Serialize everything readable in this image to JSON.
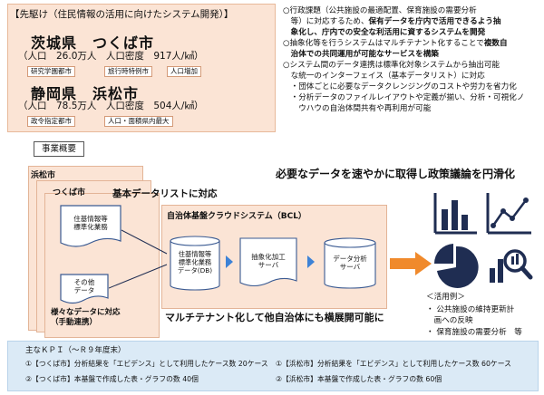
{
  "pioneer": {
    "heading": "【先駆け（住民情報の活用に向けたシステム開発）】",
    "cities": [
      {
        "name": "茨城県　つくば市",
        "stats": "（人口　26.0万人　人口密度　917人/㎢）",
        "tags": [
          "研究学園都市",
          "旅行時特例市",
          "人口増加"
        ]
      },
      {
        "name": "静岡県　浜松市",
        "stats": "（人口　78.5万人　人口密度　504人/㎢）",
        "tags": [
          "政令指定都市",
          "人口・面積県内最大"
        ]
      }
    ]
  },
  "issues": {
    "l1": "○行政課題（公共施設の最適配置、保育施設の需要分析",
    "l2a": "　等）に対応するため、",
    "l2b": "保有データを庁内で活用できるよう抽",
    "l3": "　象化し、庁内での安全な利活用に資するシステムを開発",
    "l4a": "○抽象化等を行うシステムはマルチテナント化することで",
    "l4b": "複数自",
    "l5": "　治体での共同運用が可能なサービスを構築",
    "l6": "○システム間のデータ連携は標準化対象システムから抽出可能",
    "l7": "　な統一のインターフェイス（基本データリスト）に対応",
    "l8": "　・団体ごとに必要なデータクレンジングのコストや労力を省力化",
    "l9": "　・分析データのファイルレイアウトや定義が揃い、分析・可視化ノ",
    "l10": "　　ウハウの自治体間共有や再利用が可能"
  },
  "overview": {
    "label": "事業概要",
    "municipality_outer": "浜松市",
    "municipality_inner": "つくば市",
    "std_system": "住基情報等\n標準化業務",
    "other_data": "その他\nデータ",
    "manual": "様々なデータに対応\n（手動連携）",
    "basic_list": "基本データリストに対応",
    "bcl_title": "自治体基盤クラウドシステム（BCL）",
    "db_box": "住基情報等\n標準化業務\nデータ(DB)",
    "abstract_server": "抽象化加工\nサーバ",
    "data_server": "データ分析\nサーバ",
    "headline": "必要なデータを速やかに取得し政策議論を円滑化",
    "multitenant": "マルチテナント化して他自治体にも横展開可能に",
    "activities_title": "＜活用例＞",
    "activities": [
      "・ 公共施設の維持更新計",
      "　画への反映",
      "・ 保育施設の需要分析　等"
    ]
  },
  "kpi": {
    "title": "主なＫＰＩ（～Ｒ９年度末）",
    "items": [
      "①【つくば市】分析結果を「エビデンス」として利用したケース数 20ケース",
      "①【浜松市】分析結果を「エビデンス」として利用したケース数 60ケース",
      "②【つくば市】本基盤で作成した表・グラフの数 40個",
      "②【浜松市】本基盤で作成した表・グラフの数 60個"
    ]
  },
  "colors": {
    "peach": "#fbe4d5",
    "orange_arrow": "#f08a2c",
    "blue_triangle": "#3d82d6",
    "dark_navy": "#1f2d52",
    "light_blue": "#dbeaf6"
  },
  "icons": [
    "bar-chart-icon",
    "line-chart-icon",
    "pie-chart-icon",
    "magnify-chart-icon"
  ]
}
